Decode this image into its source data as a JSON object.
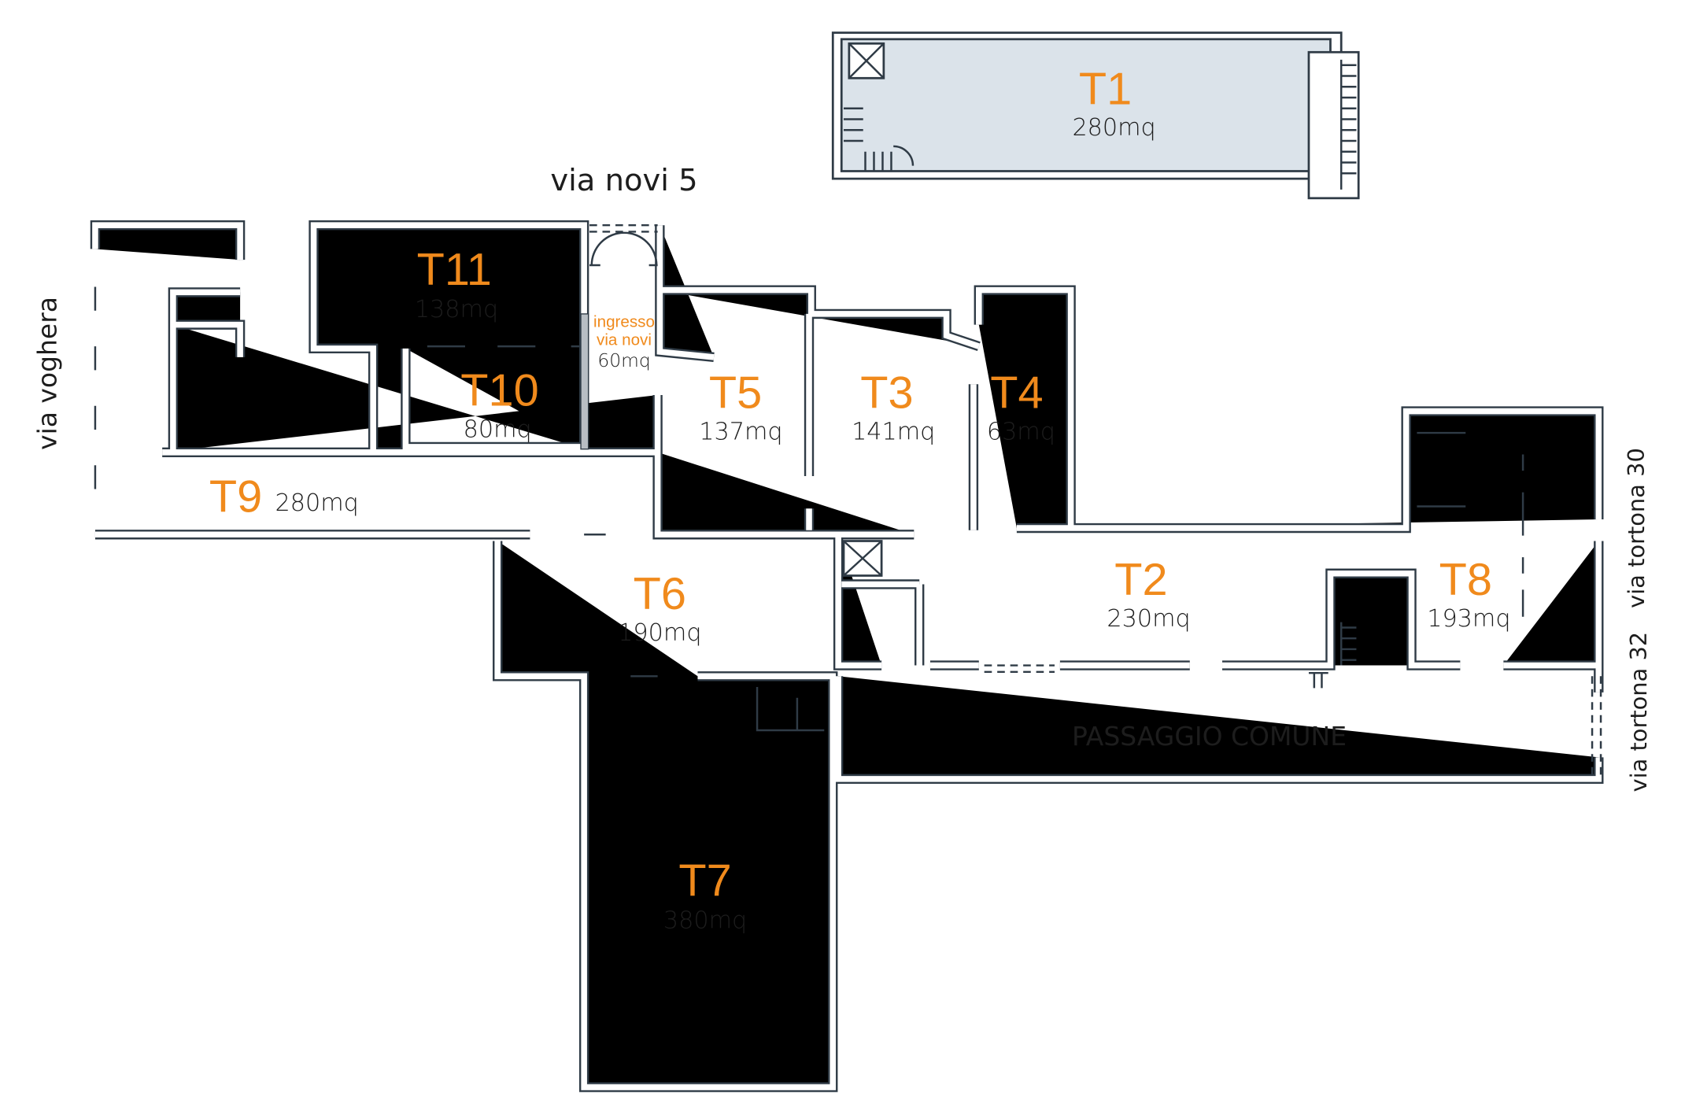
{
  "colors": {
    "wall": "#2f3b46",
    "label": "#f08a1c",
    "highlight_fill": "#dbe3ea"
  },
  "streets": {
    "via_novi": "via novi 5",
    "via_voghera": "via voghera",
    "via_tortona_30": "via tortona 30",
    "via_tortona_32": "via tortona 32",
    "passaggio": "PASSAGGIO COMUNE"
  },
  "units": [
    {
      "code": "T1",
      "area": "280mq"
    },
    {
      "code": "T2",
      "area": "230mq"
    },
    {
      "code": "T3",
      "area": "141mq"
    },
    {
      "code": "T4",
      "area": "63mq"
    },
    {
      "code": "T5",
      "area": "137mq"
    },
    {
      "code": "T6",
      "area": "190mq"
    },
    {
      "code": "T7",
      "area": "380mq"
    },
    {
      "code": "T8",
      "area": "193mq"
    },
    {
      "code": "T9",
      "area": "280mq"
    },
    {
      "code": "T10",
      "area": "80mq"
    },
    {
      "code": "T11",
      "area": "138mq"
    }
  ],
  "entrance": {
    "line1": "ingresso",
    "line2": "via novi",
    "area": "60mq"
  }
}
